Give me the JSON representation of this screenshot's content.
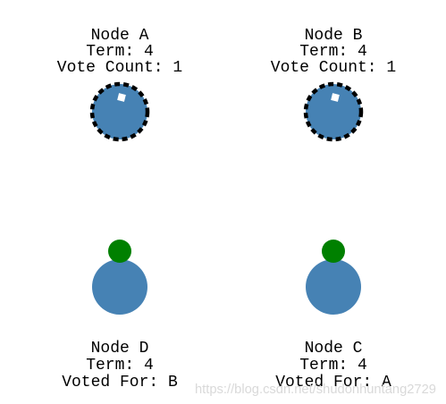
{
  "colors": {
    "node_fill": "#4682b4",
    "timer_border": "#000000",
    "timeout_marker": "#ffffff",
    "vote_dot": "#008000",
    "text": "#000000",
    "watermark": "#d9d9d9"
  },
  "nodes": {
    "a": {
      "name": "Node A",
      "term": "Term: 4",
      "status": "Vote Count: 1",
      "state": "candidate"
    },
    "b": {
      "name": "Node B",
      "term": "Term: 4",
      "status": "Vote Count: 1",
      "state": "candidate"
    },
    "d": {
      "name": "Node D",
      "term": "Term: 4",
      "status": "Voted For: B",
      "state": "follower"
    },
    "c": {
      "name": "Node C",
      "term": "Term: 4",
      "status": "Voted For: A",
      "state": "follower"
    }
  },
  "watermark": "https://blog.csdn.net/shudonhuntang2729"
}
